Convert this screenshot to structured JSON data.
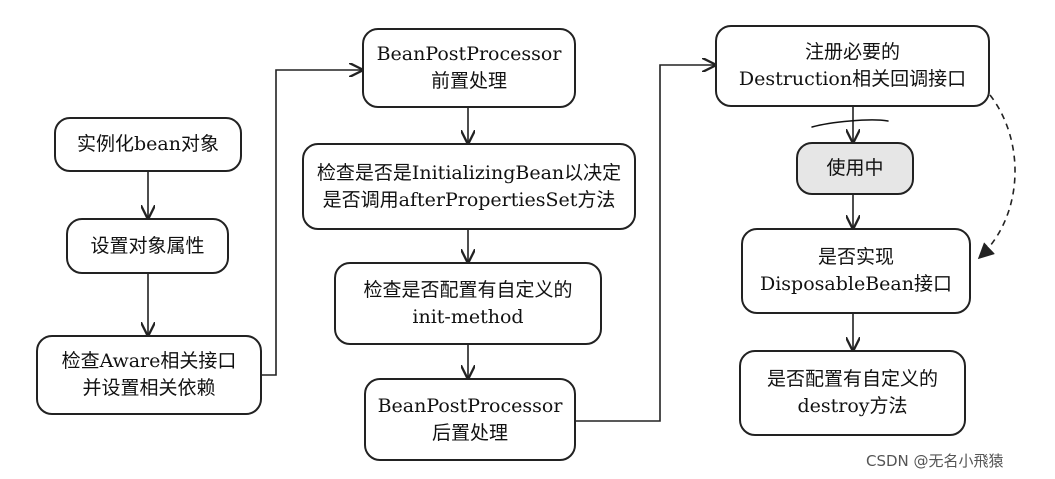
{
  "nodes": {
    "instantiate": {
      "line1": "实例化bean对象"
    },
    "set_props": {
      "line1": "设置对象属性"
    },
    "aware": {
      "line1": "检查Aware相关接口",
      "line2": "并设置相关依赖"
    },
    "bpp_before": {
      "line1": "BeanPostProcessor",
      "line2": "前置处理"
    },
    "initializing": {
      "line1": "检查是否是InitializingBean以决定",
      "line2": "是否调用afterPropertiesSet方法"
    },
    "init_method": {
      "line1": "检查是否配置有自定义的",
      "line2": "init-method"
    },
    "bpp_after": {
      "line1": "BeanPostProcessor",
      "line2": "后置处理"
    },
    "register_destruction": {
      "line1": "注册必要的",
      "line2": "Destruction相关回调接口"
    },
    "in_use": {
      "line1": "使用中"
    },
    "disposable": {
      "line1": "是否实现",
      "line2": "DisposableBean接口"
    },
    "destroy_method": {
      "line1": "是否配置有自定义的",
      "line2": "destroy方法"
    }
  },
  "watermark": "CSDN @无名小飛猿",
  "colors": {
    "stroke": "#222222",
    "in_use_fill": "#e6e6e6"
  }
}
